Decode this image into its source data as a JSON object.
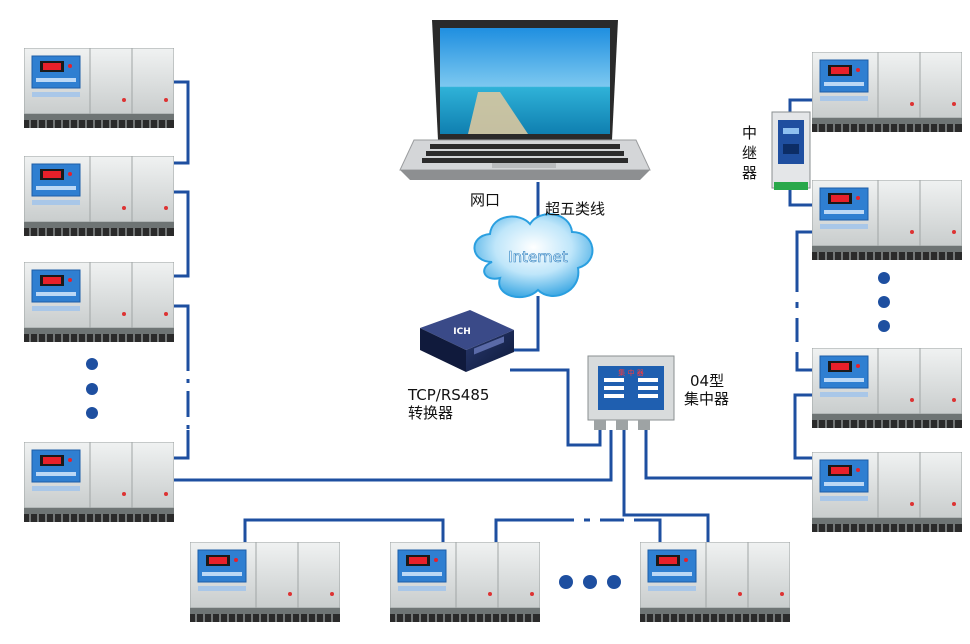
{
  "labels": {
    "net_port": "网口",
    "cat5e_cable": "超五类线",
    "internet": "Internet",
    "converter_line1": "TCP/RS485",
    "converter_line2": "转换器",
    "concentrator_line1": "04型",
    "concentrator_line2": "集中器",
    "repeater_char1": "中",
    "repeater_char2": "继",
    "repeater_char3": "器"
  },
  "device_text": {
    "converter_logo": "ICH",
    "concentrator_panel": "集 中 器"
  },
  "colors": {
    "wire": "#1e4fa0",
    "cloud": "#3aa8e0",
    "meter_panel": "#dfe2e2",
    "meter_display": "#2f7fd1",
    "meter_digits": "#e8202a",
    "terminal": "#2a2a2a"
  },
  "ellipsis_dot_count": 3
}
